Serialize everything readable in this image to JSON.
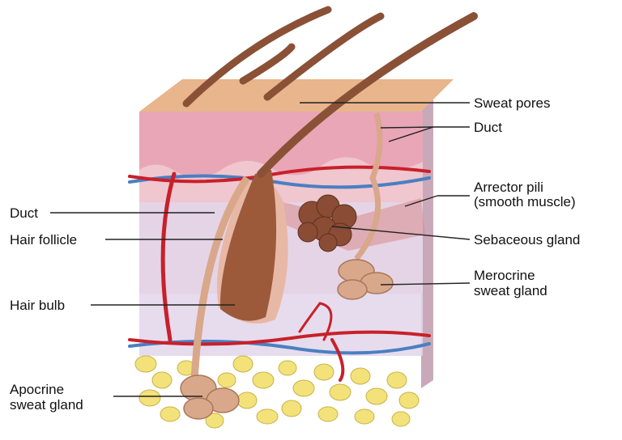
{
  "labels": {
    "sweat_pores": "Sweat pores",
    "duct_right": "Duct",
    "arrector_pili_1": "Arrector pili",
    "arrector_pili_2": "(smooth muscle)",
    "sebaceous_gland": "Sebaceous gland",
    "merocrine_1": "Merocrine",
    "merocrine_2": "sweat gland",
    "duct_left": "Duct",
    "hair_follicle": "Hair follicle",
    "hair_bulb": "Hair bulb",
    "apocrine_1": "Apocrine",
    "apocrine_2": "sweat gland"
  },
  "colors": {
    "epidermis_top": "#e9b58c",
    "dermis": "#f0c6cf",
    "hypodermis": "#e6dcef",
    "hair": "#8a5136",
    "artery": "#c8202a",
    "vein": "#4a7fc1",
    "fat": "#f3e27a",
    "gland": "#d9a78a"
  }
}
